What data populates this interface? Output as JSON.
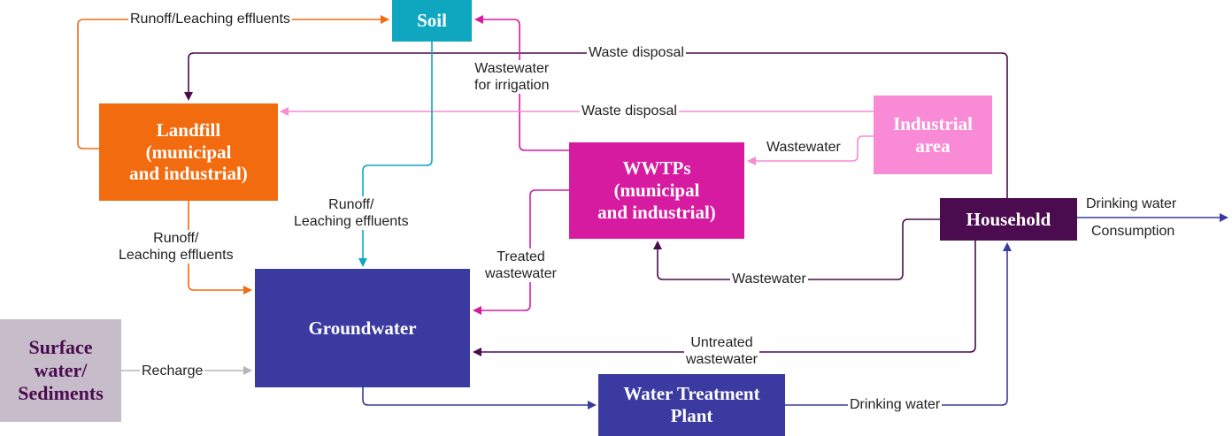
{
  "colors": {
    "soil": "#0fa7bf",
    "landfill": "#f26b0f",
    "industrial": "#f98ad6",
    "wwtp": "#d71ba1",
    "household": "#4a0b4f",
    "groundwater": "#3a3aa0",
    "treatment": "#3a3aa0",
    "surface": "#c7bcc9",
    "surface_text": "#4a0b4f",
    "arrow_orange": "#f26b0f",
    "arrow_teal": "#0fa7bf",
    "arrow_magenta": "#d71ba1",
    "arrow_pink": "#f98ad6",
    "arrow_purple": "#4a0b4f",
    "arrow_blue": "#3a3aa0",
    "arrow_gray": "#b5b5b5"
  },
  "nodes": {
    "soil": "Soil",
    "landfill": "Landfill\n(municipal\nand industrial)",
    "industrial": "Industrial\narea",
    "wwtp": "WWTPs\n(municipal\nand industrial)",
    "household": "Household",
    "groundwater": "Groundwater",
    "surface": "Surface\nwater/\nSediments",
    "treatment": "Water Treatment\nPlant"
  },
  "labels": {
    "runoff_top": "Runoff/Leaching effluents",
    "waste_disposal_household": "Waste disposal",
    "wastewater_irrigation": "Wastewater\nfor irrigation",
    "waste_disposal_industrial": "Waste disposal",
    "wastewater_industrial": "Wastewater",
    "runoff_soil": "Runoff/\nLeaching effluents",
    "runoff_landfill": "Runoff/\nLeaching effluents",
    "treated_wastewater": "Treated\nwastewater",
    "wastewater_household": "Wastewater",
    "untreated_wastewater": "Untreated\nwastewater",
    "recharge": "Recharge",
    "drinking_water_bottom": "Drinking water",
    "drinking_water_out": "Drinking water",
    "consumption": "Consumption"
  }
}
